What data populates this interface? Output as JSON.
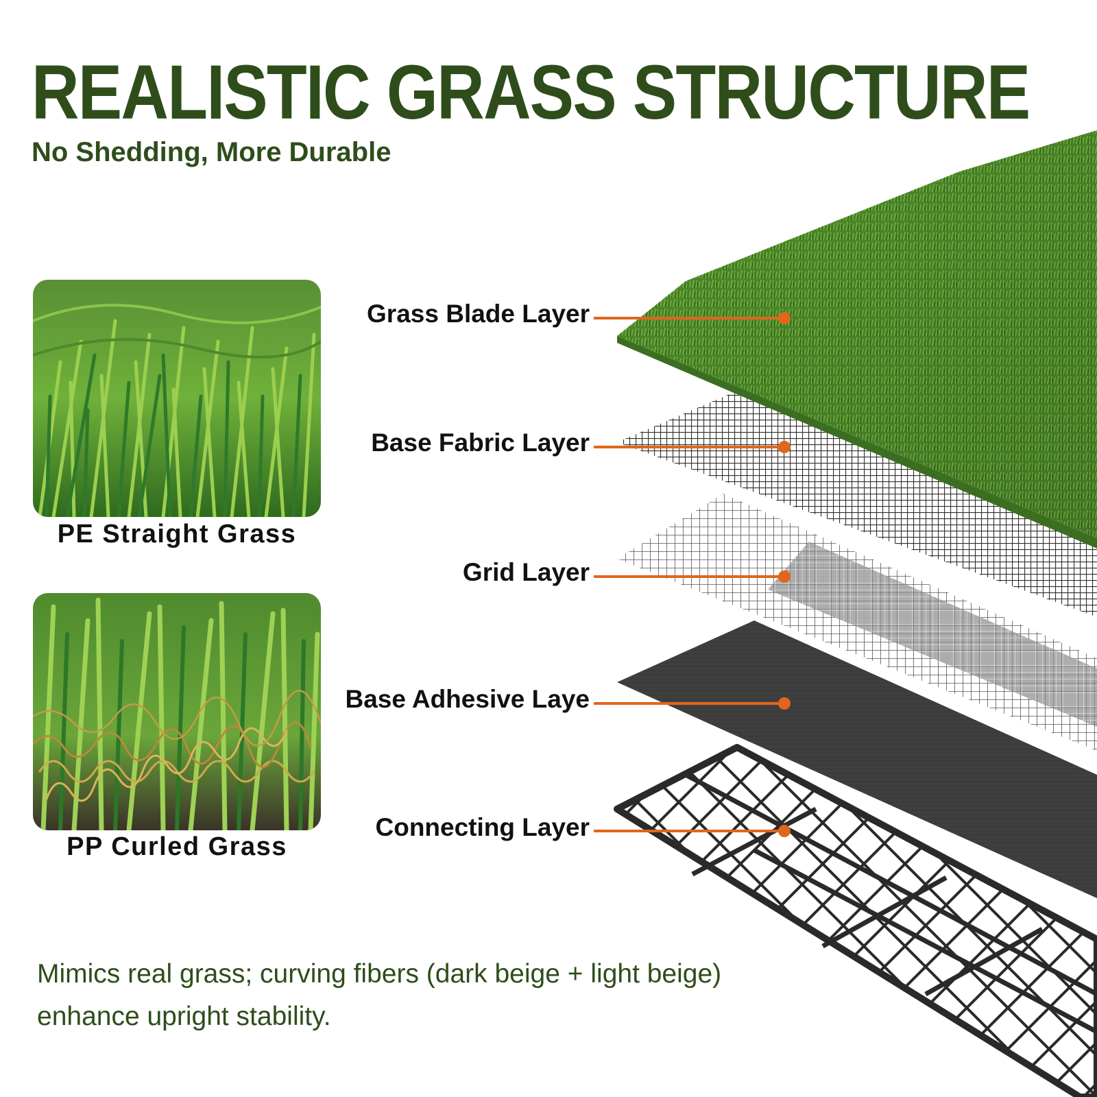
{
  "header": {
    "title": "REALISTIC GRASS STRUCTURE",
    "subtitle": "No Shedding, More Durable"
  },
  "grass_types": [
    {
      "label": "PE Straight Grass"
    },
    {
      "label": "PP Curled Grass"
    }
  ],
  "layers": [
    {
      "label": "Grass Blade Layer"
    },
    {
      "label": "Base Fabric Layer"
    },
    {
      "label": "Grid Layer"
    },
    {
      "label": "Base Adhesive Laye"
    },
    {
      "label": "Connecting Layer"
    }
  ],
  "caption": {
    "line1": "Mimics real grass; curving fibers  (dark beige  + light beige)",
    "line2": "enhance upright stability."
  },
  "colors": {
    "title_green": "#2e4d1b",
    "callout_orange": "#e0661d",
    "grass_green": "#4f8f2c",
    "mesh_dark": "#3a3a3a"
  }
}
